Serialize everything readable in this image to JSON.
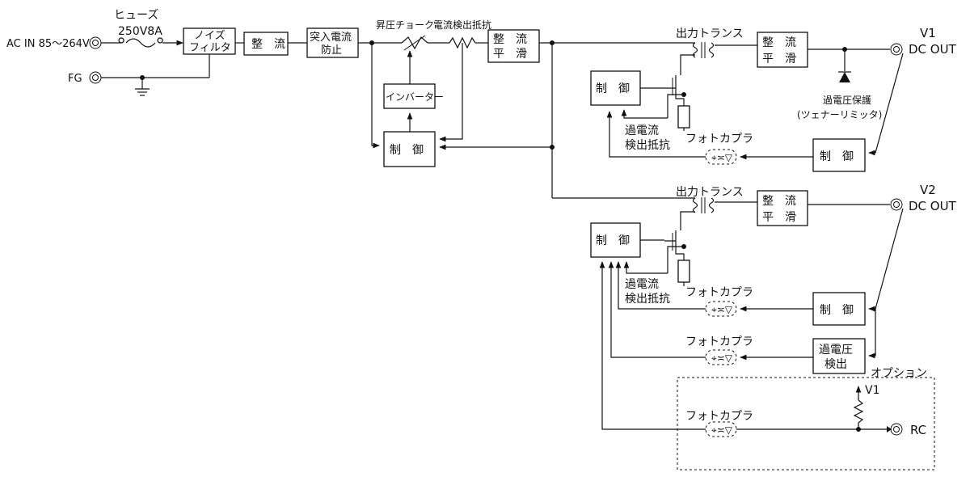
{
  "input": {
    "ac_in": "AC IN 85～264V",
    "fg": "FG"
  },
  "fuse": {
    "label": "ヒューズ",
    "rating": "250V8A"
  },
  "blocks": {
    "noise_filter_1": "ノイズ",
    "noise_filter_2": "フィルタ",
    "rectifier": "整　流",
    "inrush_1": "突入電流",
    "inrush_2": "防止",
    "inverter": "インバーター",
    "control_main": "制　御",
    "smooth_1": "整　流",
    "smooth_2": "平　滑"
  },
  "labels": {
    "boost_choke": "昇圧チョーク",
    "current_detect_resistor": "電流検出抵抗"
  },
  "output_v1": {
    "transformer": "出力トランス",
    "rect_1": "整　流",
    "rect_2": "平　滑",
    "control_left": "制　御",
    "control_right": "制　御",
    "overcurrent_1": "過電流",
    "overcurrent_2": "検出抵抗",
    "photocoupler": "フォトカプラ",
    "ovp_1": "過電圧保護",
    "ovp_2": "(ツェナーリミッタ)",
    "name": "V1",
    "dc_out": "DC OUT"
  },
  "output_v2": {
    "transformer": "出力トランス",
    "rect_1": "整　流",
    "rect_2": "平　滑",
    "control_left": "制　御",
    "control_right": "制　御",
    "overcurrent_1": "過電流",
    "overcurrent_2": "検出抵抗",
    "photocoupler_1": "フォトカプラ",
    "photocoupler_2": "フォトカプラ",
    "ov_detect_1": "過電圧",
    "ov_detect_2": "検出",
    "name": "V2",
    "dc_out": "DC OUT"
  },
  "option": {
    "label": "オプション",
    "v1": "V1",
    "photocoupler": "フォトカプラ",
    "rc": "RC"
  }
}
